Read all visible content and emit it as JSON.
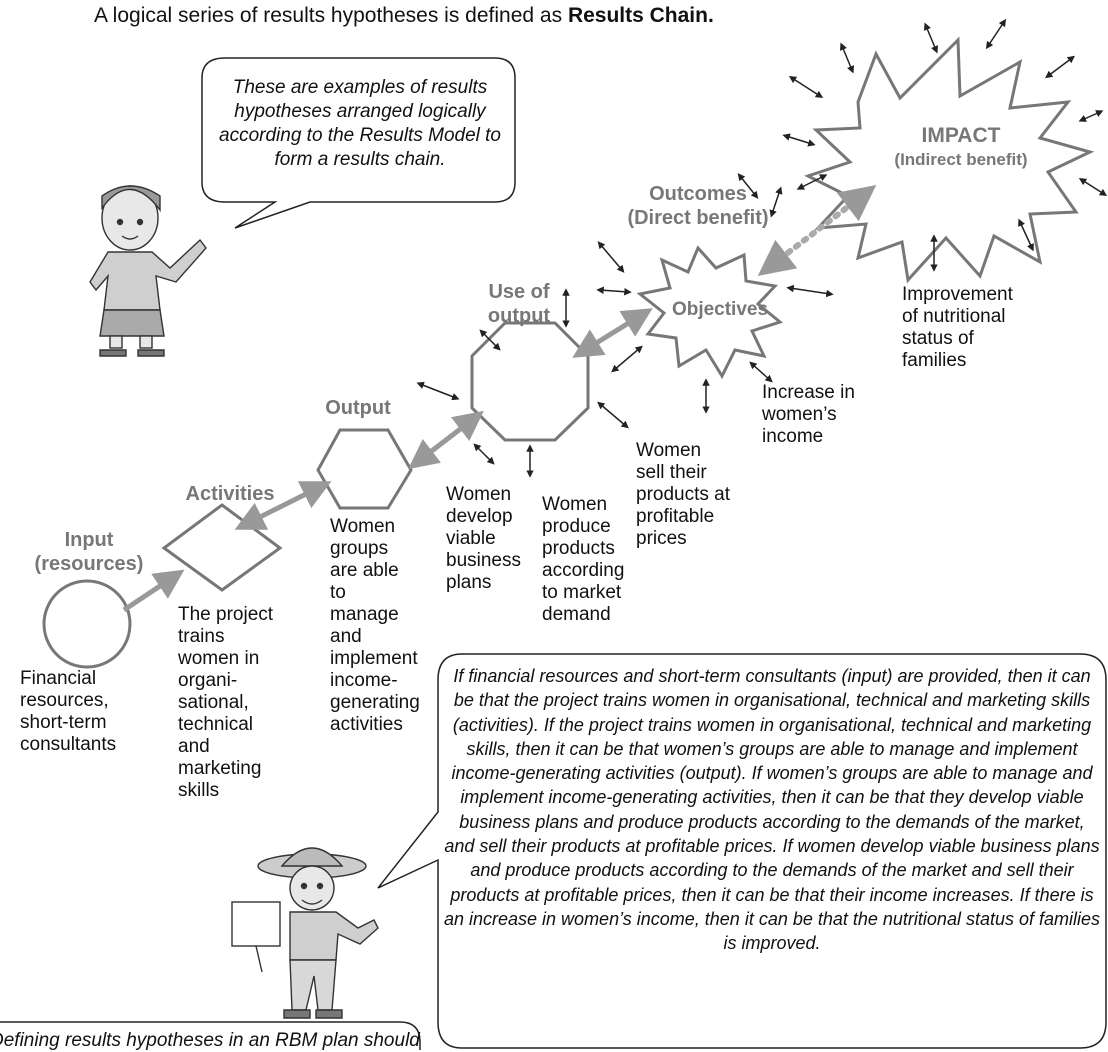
{
  "header": {
    "prefix": "A logical series of results hypotheses is defined as ",
    "bold": "Results Chain."
  },
  "top_bubble": "These are examples of results hypotheses arranged logically according to the Results Model to form a results chain.",
  "stages": {
    "input": {
      "line1": "Input",
      "line2": "(resources)"
    },
    "activities": "Activities",
    "output": "Output",
    "use_of_output": {
      "line1": "Use of",
      "line2": "output"
    },
    "outcomes": {
      "line1": "Outcomes",
      "line2": "(Direct benefit)",
      "shape_label": "Objectives"
    },
    "impact": {
      "line1": "IMPACT",
      "line2": "(Indirect benefit)"
    }
  },
  "descriptions": {
    "input": "Financial resources, short-term consultants",
    "activities": "The project trains women in organi-sational, technical and marketing skills",
    "output": "Women groups are able to manage and implement income-generating activities",
    "use1": "Women develop viable business plans",
    "use2": "Women produce products according to market demand",
    "use3": "Women sell their products at profitable prices",
    "outcome": "Increase in women’s income",
    "impact": "Improvement of nutritional status of families"
  },
  "bottom_bubble": "If financial resources and short-term consultants (input) are provided, then it can be that the project trains women in organisational, technical and marketing skills (activities).  If the project trains women in organisational, technical and marketing skills, then it can be that women’s groups are able to manage and implement income-generating activities (output).  If women’s groups are able to manage and implement income-generating activities, then it can be that they develop viable business plans and produce products according to the demands of the market, and sell their products at profitable prices.  If women develop viable business plans and produce products according to the demands of the market and sell their products at profitable prices, then it can be that their income increases.  If there is an increase in women’s income, then it can be that the nutritional status of families is improved.",
  "corner_text": "Defining results hypotheses in an RBM plan should",
  "colors": {
    "shape_stroke": "#777777",
    "stage_label": "#777777",
    "arrow": "#999999"
  }
}
